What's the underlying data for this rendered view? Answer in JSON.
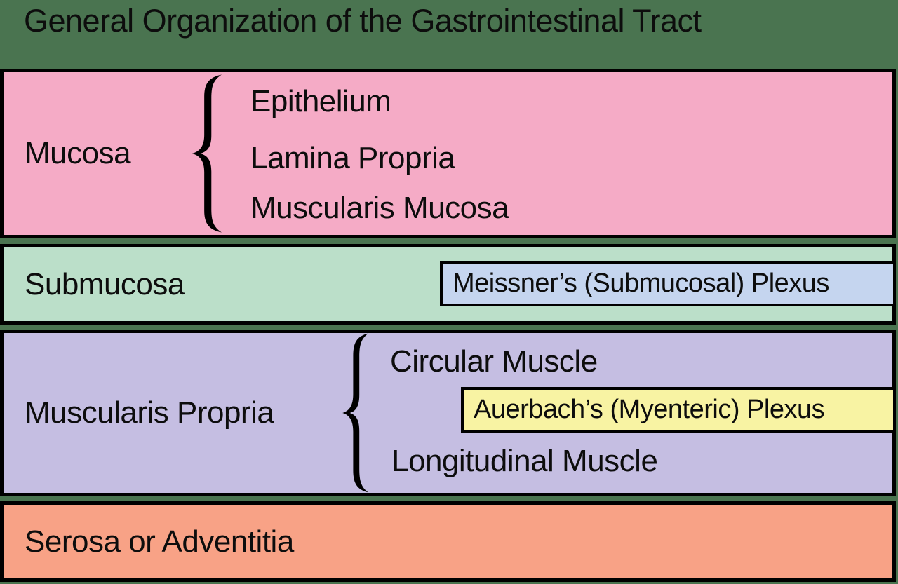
{
  "title": "General Organization of the Gastrointestinal Tract",
  "background_color": "#4a7450",
  "border_color": "#000000",
  "layers": [
    {
      "name": "Mucosa",
      "color": "#f5abc6",
      "sublayers": [
        "Epithelium",
        "Lamina Propria",
        "Muscularis Mucosa"
      ]
    },
    {
      "name": "Submucosa",
      "color": "#bbdfc9",
      "plexus": {
        "label": "Meissner’s (Submucosal) Plexus",
        "color": "#c5d5ef"
      }
    },
    {
      "name": "Muscularis Propria",
      "color": "#c5bee2",
      "sublayers": [
        "Circular Muscle",
        "Longitudinal Muscle"
      ],
      "plexus": {
        "label": "Auerbach’s (Myenteric) Plexus",
        "color": "#f8f3a3"
      }
    },
    {
      "name": "Serosa or Adventitia",
      "color": "#f8a286"
    }
  ]
}
